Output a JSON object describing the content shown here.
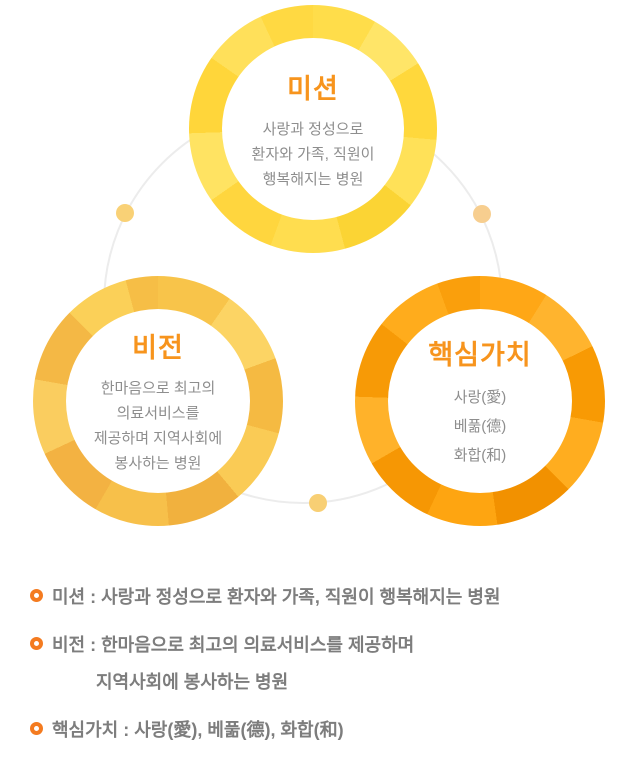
{
  "colors": {
    "title_orange": "#f7941d",
    "bullet_orange": "#f47b20",
    "circle_body_gray": "#8e8e8e",
    "summary_gray": "#7d7d7d",
    "mission_ring_yellow": "#ffdc4d",
    "vision_ring_gold": "#f8c54d",
    "core_ring_orange": "#fca311",
    "connector_gray": "#ececec",
    "connector_dot_yellow": "#f8cf74"
  },
  "circles": [
    {
      "id": "mission",
      "title": "미션",
      "lines": [
        "사랑과 정성으로",
        "환자와 가족, 직원이",
        "행복해지는 병원"
      ]
    },
    {
      "id": "vision",
      "title": "비전",
      "lines": [
        "한마음으로 최고의",
        "의료서비스를",
        "제공하며 지역사회에",
        "봉사하는 병원"
      ]
    },
    {
      "id": "core-values",
      "title": "핵심가치",
      "lines": [
        "사랑(愛)",
        "베풂(德)",
        "화합(和)"
      ]
    }
  ],
  "summary": {
    "items": [
      {
        "lines": [
          "미션 : 사랑과 정성으로 환자와 가족, 직원이 행복해지는 병원"
        ]
      },
      {
        "lines": [
          "비전 : 한마음으로 최고의 의료서비스를 제공하며",
          "지역사회에 봉사하는 병원"
        ]
      },
      {
        "lines": [
          "핵심가치 : 사랑(愛), 베풂(德), 화합(和)"
        ]
      }
    ]
  }
}
